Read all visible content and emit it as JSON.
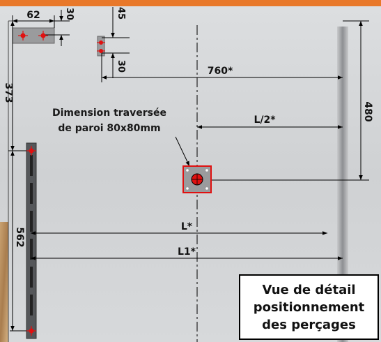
{
  "dimensions": {
    "d62": "62",
    "d30_top": "30",
    "d45": "45",
    "d30_mid": "30",
    "d760": "760*",
    "d373": "373",
    "d480": "480",
    "dL2": "L/2*",
    "dL": "L*",
    "dL1": "L1*",
    "d562": "562"
  },
  "callout": {
    "line1": "Dimension traversée",
    "line2": "de paroi 80x80mm"
  },
  "detail_box": {
    "line1": "Vue de détail",
    "line2": "positionnement",
    "line3": "des perçages"
  },
  "colors": {
    "accent_bar": "#e8782a",
    "marker_red": "#e01010",
    "panel_grey": "#d4d6d8"
  }
}
